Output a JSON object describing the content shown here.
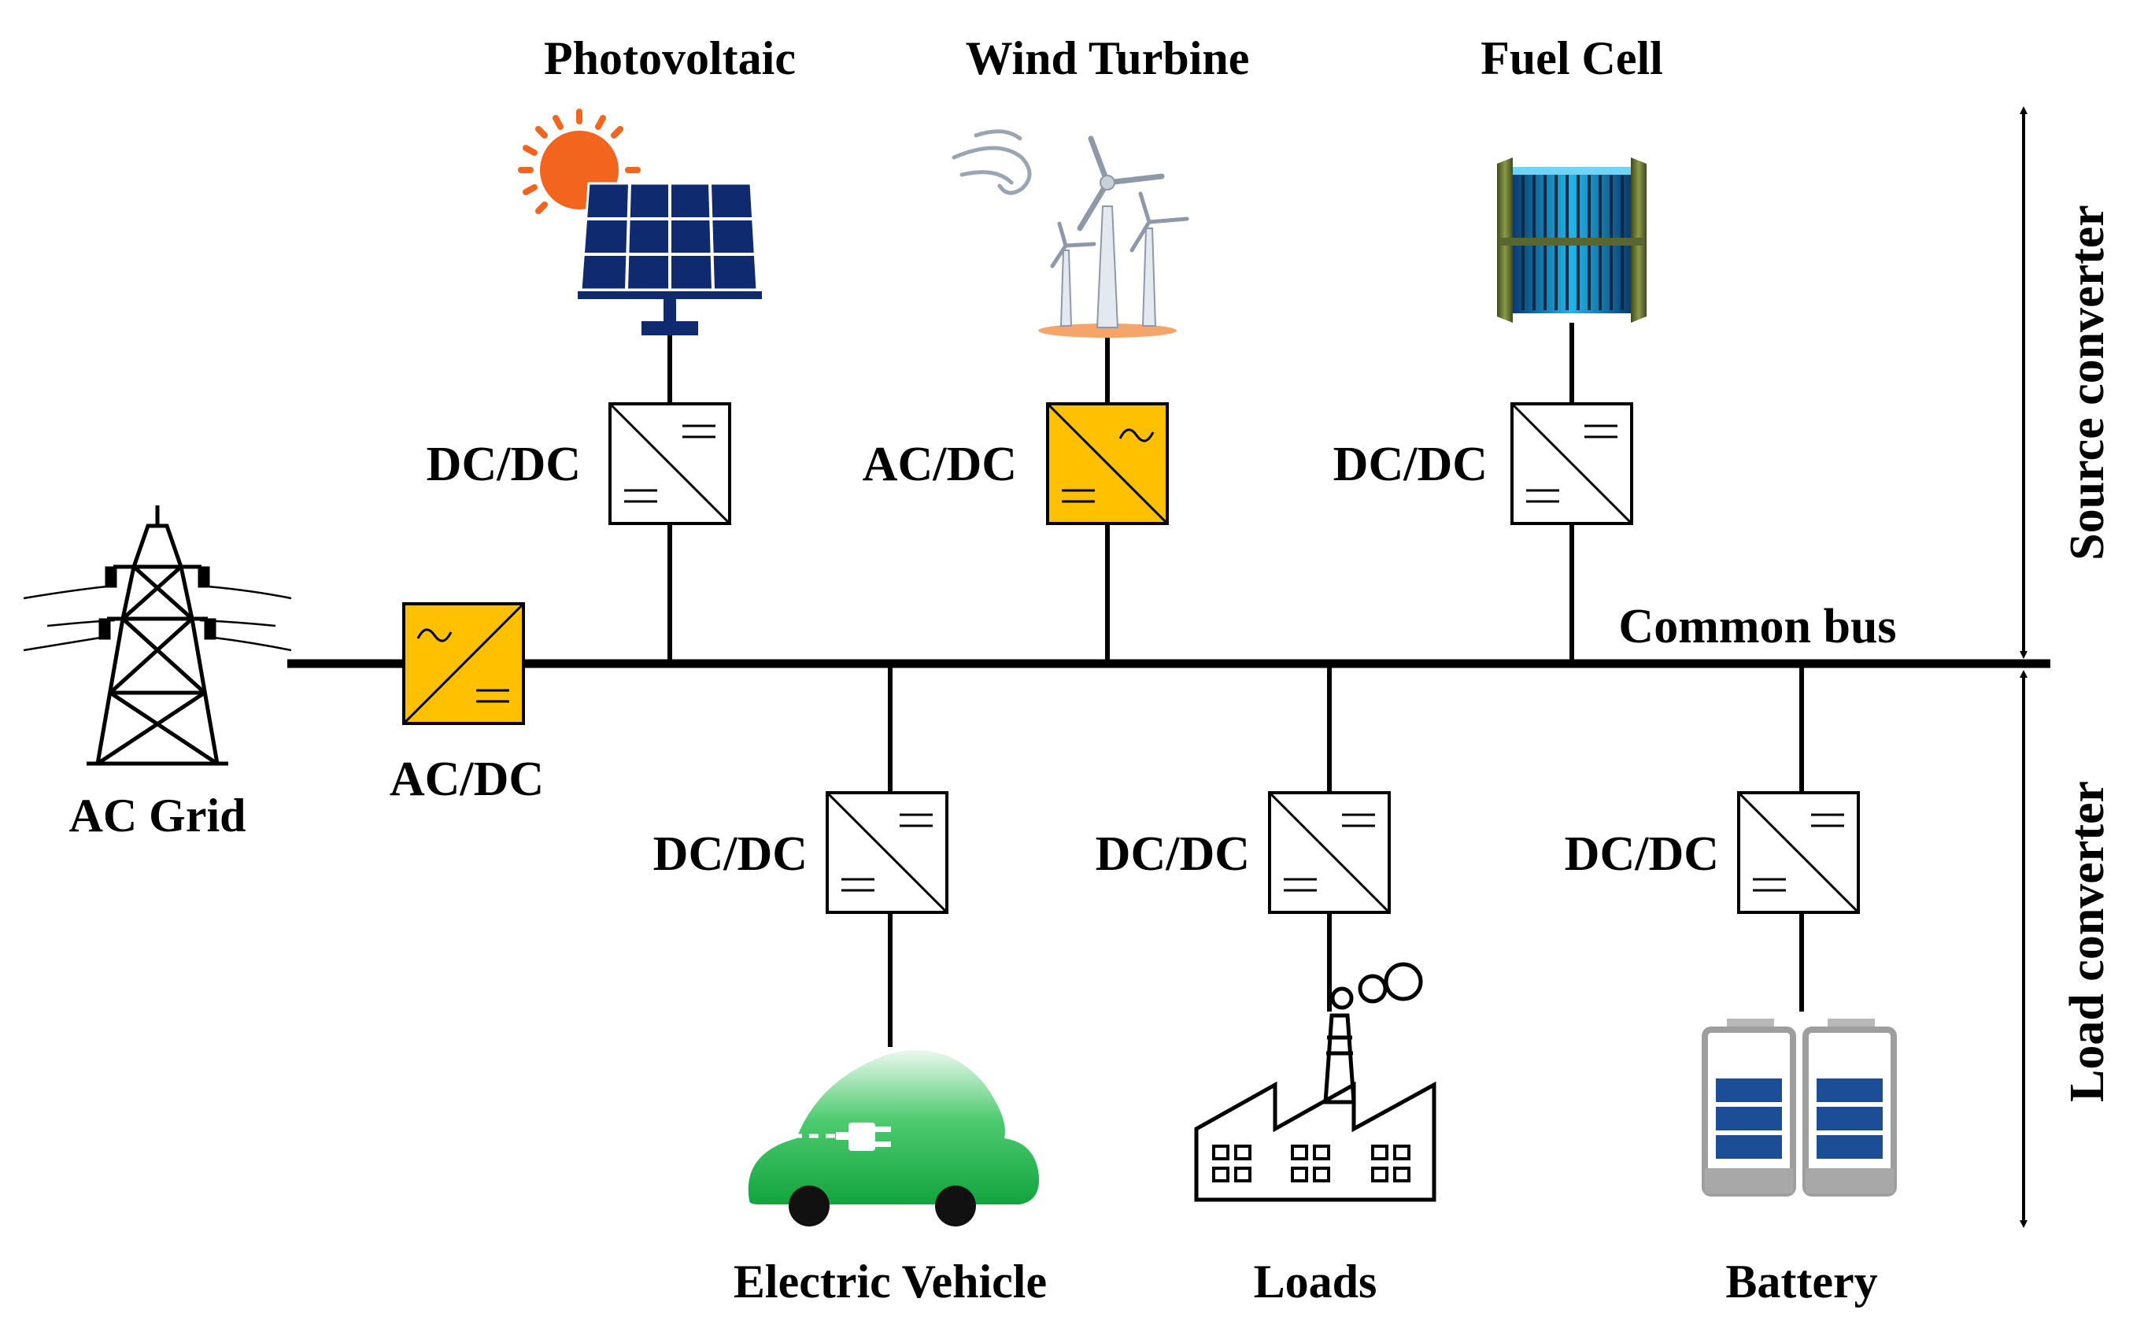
{
  "colors": {
    "accent_converter": "#FFC000",
    "line": "#000000",
    "background": "#FFFFFF",
    "pv_panel": "#0F2A6E",
    "sun": "#F2651F",
    "ev_green": "#18B245",
    "battery_cell": "#1B4E97",
    "fuel_cell_blue": "#21B6E8",
    "turbine_base": "#F5A46A"
  },
  "sources": {
    "photovoltaic": {
      "label": "Photovoltaic",
      "converter": "DC/DC",
      "icon": "solar-panel-icon"
    },
    "wind": {
      "label": "Wind Turbine",
      "converter": "AC/DC",
      "icon": "wind-turbine-icon"
    },
    "fuel_cell": {
      "label": "Fuel Cell",
      "converter": "DC/DC",
      "icon": "fuel-cell-icon"
    }
  },
  "grid": {
    "label": "AC Grid",
    "converter": "AC/DC",
    "icon": "transmission-tower-icon"
  },
  "loads": {
    "ev": {
      "label": "Electric Vehicle",
      "converter": "DC/DC",
      "icon": "electric-car-icon"
    },
    "loads": {
      "label": "Loads",
      "converter": "DC/DC",
      "icon": "factory-icon"
    },
    "battery": {
      "label": "Battery",
      "converter": "DC/DC",
      "icon": "battery-icon"
    }
  },
  "bus": {
    "label": "Common bus"
  },
  "side": {
    "source": "Source converter",
    "load": "Load converter"
  }
}
